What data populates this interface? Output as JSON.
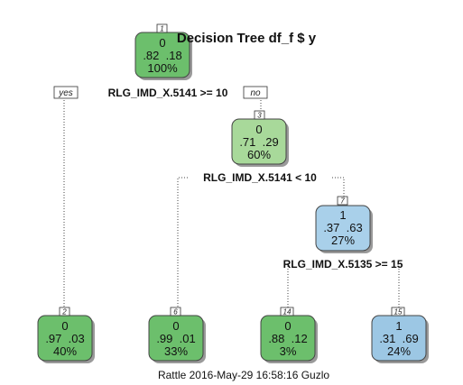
{
  "title": "Decision Tree df_f $ y",
  "footer": "Rattle 2016-May-29 16:58:16 Guzlo",
  "colors": {
    "class0_dark": "#6cbf6c",
    "class0_light": "#a8d99a",
    "class1_light": "#a9d0ea",
    "class1_mid": "#9cc7e4"
  },
  "nodes": [
    {
      "id": "1",
      "class": "0",
      "probs": ".82  .18",
      "pct": "100%",
      "fill": "class0_dark"
    },
    {
      "id": "3",
      "class": "0",
      "probs": ".71  .29",
      "pct": "60%",
      "fill": "class0_light"
    },
    {
      "id": "7",
      "class": "1",
      "probs": ".37  .63",
      "pct": "27%",
      "fill": "class1_light"
    },
    {
      "id": "2",
      "class": "0",
      "probs": ".97  .03",
      "pct": "40%",
      "fill": "class0_dark"
    },
    {
      "id": "6",
      "class": "0",
      "probs": ".99  .01",
      "pct": "33%",
      "fill": "class0_dark"
    },
    {
      "id": "14",
      "class": "0",
      "probs": ".88  .12",
      "pct": "3%",
      "fill": "class0_dark"
    },
    {
      "id": "15",
      "class": "1",
      "probs": ".31  .69",
      "pct": "24%",
      "fill": "class1_mid"
    }
  ],
  "splits": [
    "RLG_IMD_X.5141 >= 10",
    "RLG_IMD_X.5141 < 10",
    "RLG_IMD_X.5135 >= 15"
  ],
  "branch_labels": {
    "yes": "yes",
    "no": "no"
  }
}
